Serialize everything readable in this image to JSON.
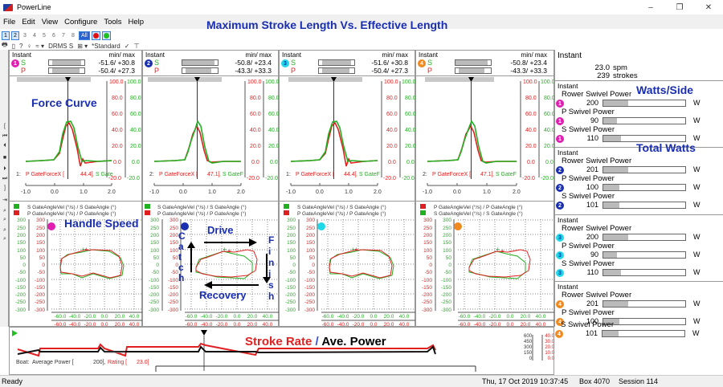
{
  "window": {
    "title": "PowerLine",
    "controls": {
      "minimize": "–",
      "restore": "❐",
      "close": "✕"
    }
  },
  "menu": [
    "File",
    "Edit",
    "View",
    "Configure",
    "Tools",
    "Help"
  ],
  "page_title": "Maximum Stroke Length  Vs. Effective Length",
  "toolbar": {
    "seat_buttons": [
      "1",
      "2",
      "3",
      "4",
      "5",
      "6",
      "7",
      "8"
    ],
    "selected_seats": [
      "1",
      "2"
    ],
    "all_label": "All",
    "rms_label": "DRMS S",
    "preset_label": "*Standard"
  },
  "left_strip_icons": [
    "[",
    "⏮",
    "⏴",
    "■",
    "⏵",
    "⏭",
    "]",
    "⇥",
    "🔍",
    "🔍",
    "🔍",
    "🔍"
  ],
  "seat_colors": {
    "1": "#e020b0",
    "2": "#1a2fb0",
    "3": "#20d8e8",
    "4": "#f08a20"
  },
  "panels": [
    {
      "seat": "1",
      "header": {
        "instant": "Instant",
        "minmax_label": "min/   max",
        "s_label": "S",
        "p_label": "P",
        "s_values": "-51.6/ +30.8",
        "p_values": "-50.4/ +27.3"
      },
      "force": {
        "left_axis": [
          "100.0",
          "80.0",
          "60.0",
          "40.0",
          "20.0",
          "0.0",
          "-20.0"
        ],
        "right_axis": [
          "100.0",
          "80.0",
          "60.0",
          "40.0",
          "20.0",
          "0.0",
          "-20.0"
        ],
        "x_axis": [
          "-1.0",
          "0.0",
          "1.0",
          "2.0"
        ],
        "legend_num": "1:",
        "legend_p": "P GateForceX [",
        "legend_val": "44.4]",
        "legend_s": ", S Gate"
      },
      "handle": {
        "legend": [
          "S GateAngleVel (°/s) / S GateAngle (°)",
          "P GateAngleVel (°/s) / P GateAngle (°)"
        ],
        "legend_colors": [
          "#20b020",
          "#e02020"
        ],
        "y_axis": [
          "300",
          "250",
          "200",
          "150",
          "100",
          "50",
          "0",
          "-50",
          "-100",
          "-150",
          "-200",
          "-250",
          "-300"
        ],
        "x_axis": [
          "-60.0",
          "-40.0",
          "-20.0",
          "0.0",
          "20.0",
          "40.0",
          "60.0"
        ]
      }
    },
    {
      "seat": "2",
      "header": {
        "instant": "Instant",
        "minmax_label": "min/   max",
        "s_label": "S",
        "p_label": "P",
        "s_values": "-50.8/ +23.4",
        "p_values": "-43.3/ +33.3"
      },
      "force": {
        "left_axis": [
          "100.0",
          "80.0",
          "60.0",
          "40.0",
          "20.0",
          "0.0",
          "-20.0"
        ],
        "right_axis": [
          "100.0",
          "80.0",
          "60.0",
          "40.0",
          "20.0",
          "0.0",
          "-20.0"
        ],
        "x_axis": [
          "-1.0",
          "0.0",
          "1.0",
          "2.0"
        ],
        "legend_num": "2:",
        "legend_p": "P GateForceX [",
        "legend_val": "47.1]",
        "legend_s": ", S GateF"
      },
      "handle": {
        "legend": [
          "S GateAngleVel (°/s) / S GateAngle (°)",
          "P GateAngleVel (°/s) / P GateAngle (°)"
        ],
        "legend_colors": [
          "#20b020",
          "#e02020"
        ],
        "y_axis": [
          "300",
          "250",
          "200",
          "150",
          "100",
          "50",
          "0",
          "-50",
          "-100",
          "-150",
          "-200",
          "-250",
          "-300"
        ],
        "x_axis": [
          "-60.0",
          "-40.0",
          "-20.0",
          "0.0",
          "20.0",
          "40.0",
          "60.0"
        ]
      }
    },
    {
      "seat": "3",
      "header": {
        "instant": "Instant",
        "minmax_label": "min/   max",
        "s_label": "S",
        "p_label": "P",
        "s_values": "-51.6/ +30.8",
        "p_values": "-50.4/ +27.3"
      },
      "force": {
        "left_axis": [
          "100.0",
          "80.0",
          "60.0",
          "40.0",
          "20.0",
          "0.0",
          "-20.0"
        ],
        "right_axis": [
          "100.0",
          "80.0",
          "60.0",
          "40.0",
          "20.0",
          "0.0",
          "-20.0"
        ],
        "x_axis": [
          "-1.0",
          "0.0",
          "1.0",
          "2.0"
        ],
        "legend_num": "1:",
        "legend_p": "P GateForceX [",
        "legend_val": "44.4]",
        "legend_s": ", S GateF"
      },
      "handle": {
        "legend": [
          "S GateAngleVel (°/s) / S GateAngle (°)",
          "P GateAngleVel (°/s) / P GateAngle (°)"
        ],
        "legend_colors": [
          "#20b020",
          "#e02020"
        ],
        "y_axis": [
          "300",
          "250",
          "200",
          "150",
          "100",
          "50",
          "0",
          "-50",
          "-100",
          "-150",
          "-200",
          "-250",
          "-300"
        ],
        "x_axis": [
          "-60.0",
          "-40.0",
          "-20.0",
          "0.0",
          "20.0",
          "40.0",
          "60.0"
        ]
      }
    },
    {
      "seat": "4",
      "header": {
        "instant": "Instant",
        "minmax_label": "min/   max",
        "s_label": "S",
        "p_label": "P",
        "s_values": "-50.8/ +23.4",
        "p_values": "-43.3/ +33.3"
      },
      "force": {
        "left_axis": [
          "100.0",
          "80.0",
          "60.0",
          "40.0",
          "20.0",
          "0.0",
          "-20.0"
        ],
        "right_axis": [
          "100.0",
          "80.0",
          "60.0",
          "40.0",
          "20.0",
          "0.0",
          "-20.0"
        ],
        "x_axis": [
          "-1.0",
          "0.0",
          "1.0",
          "2.0"
        ],
        "legend_num": "2:",
        "legend_p": "P GateForceX [",
        "legend_val": "47.1]",
        "legend_s": ", S GateF"
      },
      "handle": {
        "legend": [
          "P GateAngleVel (°/s) / P GateAngle (°)",
          "S GateAngleVel (°/s) / S GateAngle (°)"
        ],
        "legend_colors": [
          "#e02020",
          "#20b020"
        ],
        "y_axis": [
          "300",
          "250",
          "200",
          "150",
          "100",
          "50",
          "0",
          "-50",
          "-100",
          "-150",
          "-200",
          "-250",
          "-300"
        ],
        "x_axis": [
          "-60.0",
          "-40.0",
          "-20.0",
          "0.0",
          "20.0",
          "40.0",
          "60.0"
        ]
      }
    }
  ],
  "annotations": {
    "force_curve": "Force Curve",
    "handle_speed": "Handle Speed",
    "drive": "Drive",
    "recovery": "Recovery",
    "catch": [
      "C",
      "a",
      "t",
      "c",
      "h"
    ],
    "finish": [
      "F",
      "i",
      "n",
      "i",
      "s",
      "h"
    ],
    "watts_side": "Watts/Side",
    "total_watts": "Total Watts",
    "stroke_rate": "Stroke Rate",
    "slash": " / ",
    "ave_power": "Ave. Power"
  },
  "right_panel": {
    "summary": {
      "label": "Instant",
      "rate": "23.0",
      "rate_unit": "spm",
      "strokes": "239",
      "strokes_unit": "strokes"
    },
    "seats": [
      {
        "seat": "1",
        "label": "Instant",
        "rows": [
          {
            "name": "Rower Swivel Power",
            "value": "200",
            "unit": "W",
            "fill": 31
          },
          {
            "name": "P Swivel Power",
            "value": "90",
            "unit": "W",
            "fill": 17
          },
          {
            "name": "S Swivel Power",
            "value": "110",
            "unit": "W",
            "fill": 22
          }
        ]
      },
      {
        "seat": "2",
        "label": "Instant",
        "rows": [
          {
            "name": "Rower Swivel Power",
            "value": "201",
            "unit": "W",
            "fill": 31
          },
          {
            "name": "P Swivel Power",
            "value": "100",
            "unit": "W",
            "fill": 20
          },
          {
            "name": "S Swivel Power",
            "value": "101",
            "unit": "W",
            "fill": 20
          }
        ]
      },
      {
        "seat": "3",
        "label": "Instant",
        "rows": [
          {
            "name": "Rower Swivel Power",
            "value": "200",
            "unit": "W",
            "fill": 31
          },
          {
            "name": "P Swivel Power",
            "value": "90",
            "unit": "W",
            "fill": 17
          },
          {
            "name": "S Swivel Power",
            "value": "110",
            "unit": "W",
            "fill": 22
          }
        ]
      },
      {
        "seat": "4",
        "label": "Instant",
        "rows": [
          {
            "name": "Rower Swivel Power",
            "value": "201",
            "unit": "W",
            "fill": 31
          },
          {
            "name": "P Swivel Power",
            "value": "100",
            "unit": "W",
            "fill": 20
          },
          {
            "name": "S Swivel Power",
            "value": "101",
            "unit": "W",
            "fill": 20
          }
        ]
      }
    ]
  },
  "bottom_chart": {
    "legend_boat": "Boat:",
    "legend_power": "Average Power [",
    "legend_power_val": "200],",
    "legend_rating": "Rating [",
    "legend_rating_val": "23.0]",
    "power_axis": [
      "600",
      "450",
      "300",
      "150",
      "0"
    ],
    "rate_axis": [
      "40.0",
      "30.0",
      "20.0",
      "10.0",
      "0.0"
    ]
  },
  "status": {
    "left": "Ready",
    "datetime": "Thu, 17 Oct 2019 10:37:45",
    "box": "Box 4070",
    "session": "Session 114"
  }
}
